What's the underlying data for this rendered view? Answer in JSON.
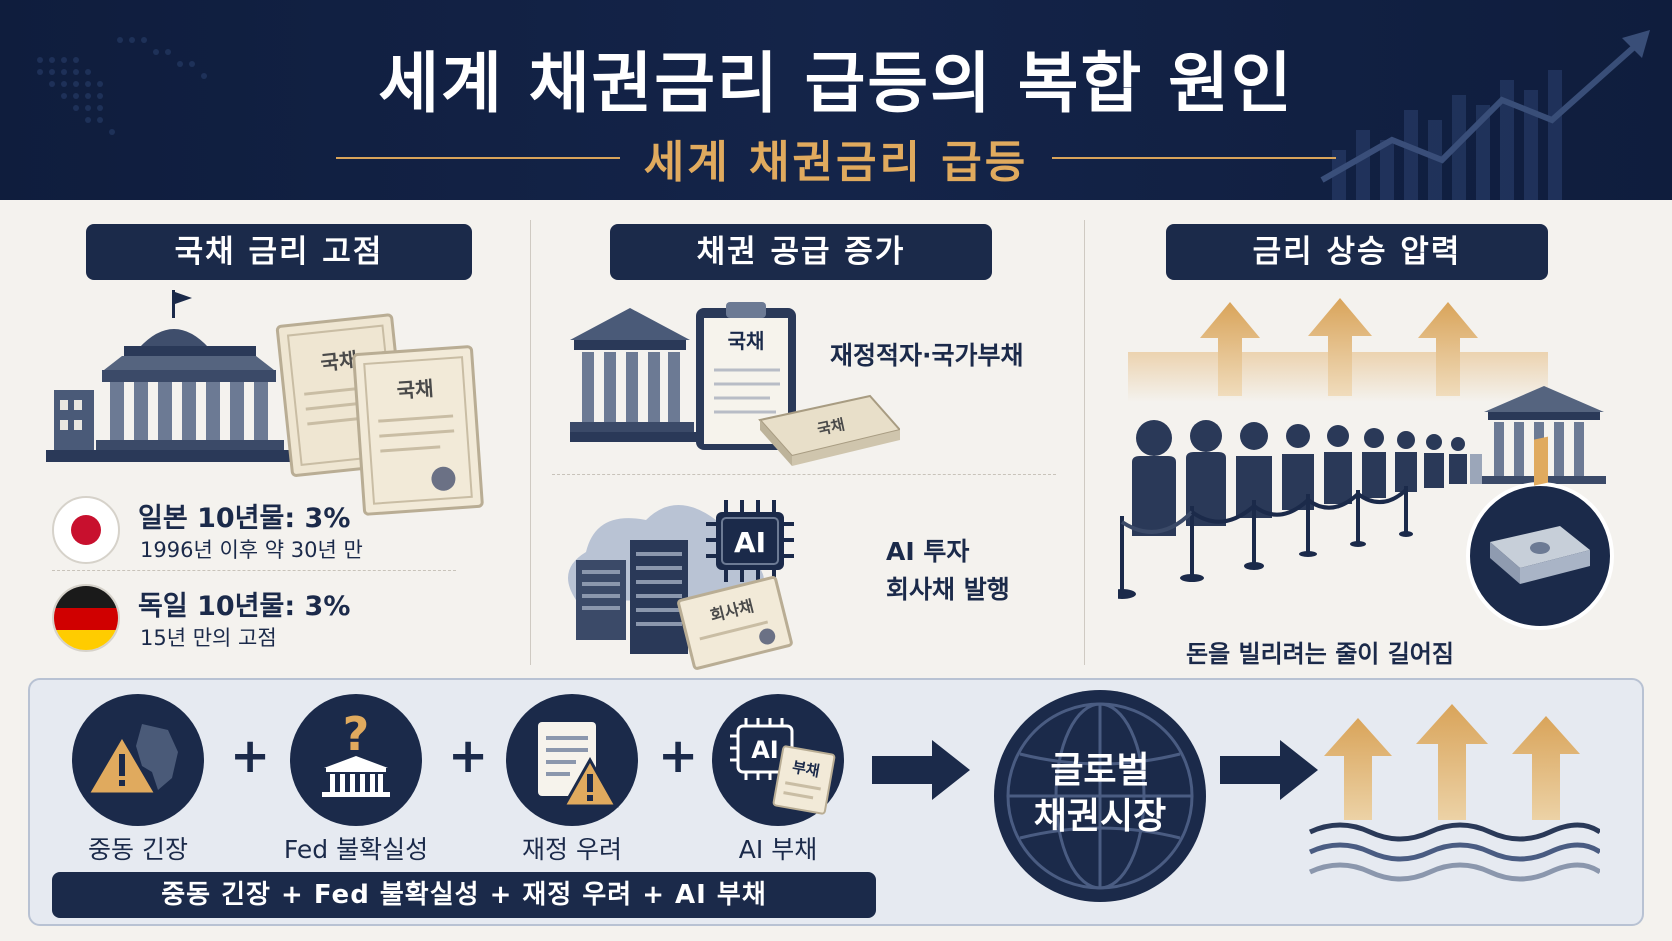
{
  "header": {
    "title": "세계 채권금리 급등의 복합 원인",
    "subtitle": "세계 채권금리 급등"
  },
  "columns": [
    {
      "heading": "국채 금리 고점",
      "doc_label_1": "국채",
      "doc_label_2": "국채",
      "items": [
        {
          "flag": "japan-flag",
          "title": "일본 10년물: 3%",
          "detail": "1996년 이후 약 30년 만"
        },
        {
          "flag": "germany-flag",
          "title": "독일 10년물: 3%",
          "detail": "15년 만의 고점"
        }
      ]
    },
    {
      "heading": "채권 공급 증가",
      "clipboard_label": "국채",
      "stack_label": "국채",
      "top_caption": "재정적자·국가부채",
      "chip_label": "AI",
      "corp_bond_label": "회사채",
      "bottom_caption_1": "AI 투자",
      "bottom_caption_2": "회사채 발행"
    },
    {
      "heading": "금리 상승 압력",
      "caption": "돈을 빌리려는 줄이 길어짐"
    }
  ],
  "bottom": {
    "causes": [
      {
        "icon": "warning-map-icon",
        "label": "중동 긴장"
      },
      {
        "icon": "fed-question-icon",
        "label": "Fed 불확실성"
      },
      {
        "icon": "document-warning-icon",
        "label": "재정 우려"
      },
      {
        "icon": "ai-bond-icon",
        "label": "AI 부채"
      }
    ],
    "plus": "+",
    "ai_chip_label": "AI",
    "bond_label": "부채",
    "summary": "중동 긴장 + Fed 불확실성 + 재정 우려 + AI 부채",
    "global_line_1": "글로벌",
    "global_line_2": "채권시장"
  },
  "colors": {
    "navy": "#1b2a4a",
    "gold": "#d9a45a",
    "background": "#f4f2ee",
    "header": "#0f1d3d"
  }
}
